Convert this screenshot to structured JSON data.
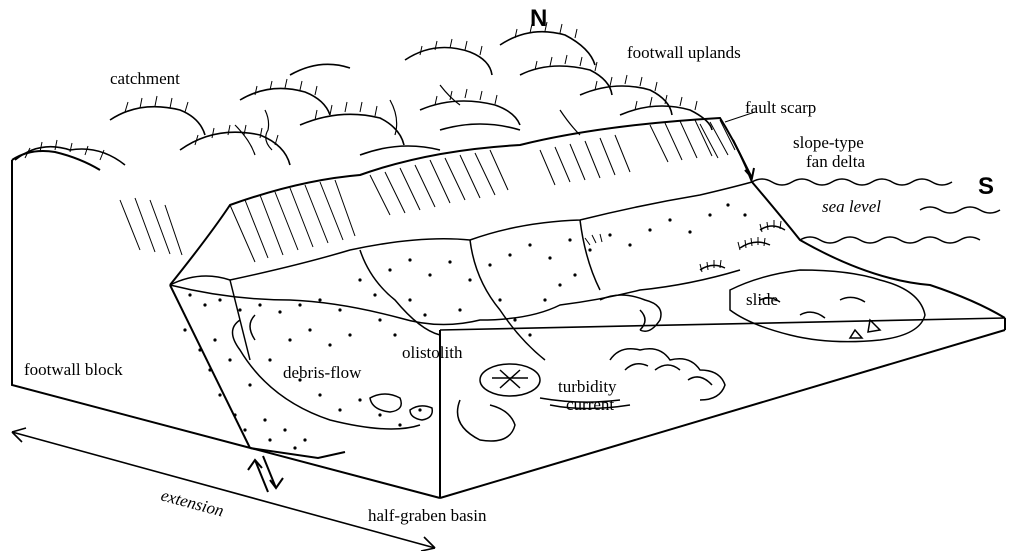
{
  "diagram": {
    "labels": {
      "north": "N",
      "south": "S",
      "footwall_uplands": "footwall uplands",
      "catchment": "catchment",
      "fault_scarp": "fault scarp",
      "slope_type_fan_delta_line1": "slope-type",
      "slope_type_fan_delta_line2": "fan delta",
      "sea_level": "sea level",
      "slide": "slide",
      "footwall_block": "footwall block",
      "olistolith": "olistolith",
      "debris_flow": "debris-flow",
      "turbidity_line1": "turbidity",
      "turbidity_line2": "current",
      "extension": "extension",
      "half_graben_basin": "half-graben basin"
    }
  }
}
